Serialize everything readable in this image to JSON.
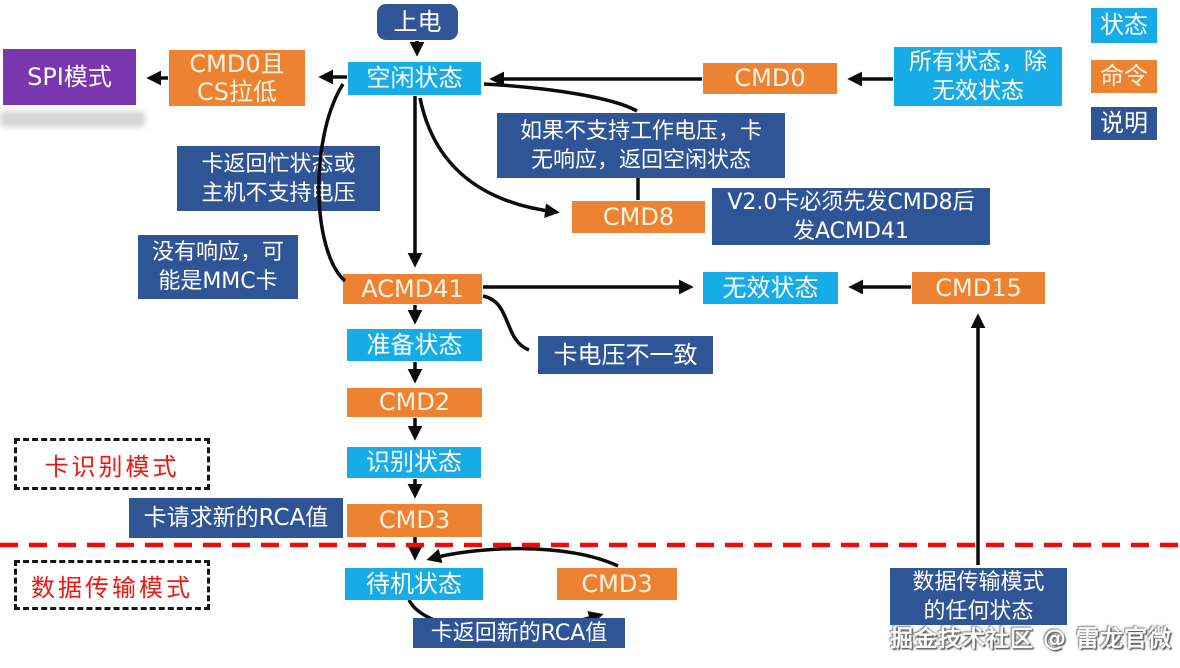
{
  "legend": {
    "state": "状态",
    "command": "命令",
    "note": "说明"
  },
  "nodes": {
    "power_on": "上电",
    "idle": "空闲状态",
    "spi": "SPI模式",
    "cmd0_cs": "CMD0且\nCS拉低",
    "cmd0": "CMD0",
    "all_states": "所有状态，除\n无效状态",
    "cmd8": "CMD8",
    "acmd41": "ACMD41",
    "invalid": "无效状态",
    "cmd15": "CMD15",
    "ready": "准备状态",
    "cmd2": "CMD2",
    "identify": "识别状态",
    "cmd3_ident": "CMD3",
    "standby": "待机状态",
    "cmd3_data": "CMD3"
  },
  "notes": {
    "voltage_unsupported": "如果不支持工作电压，卡\n无响应，返回空闲状态",
    "v2_card": "V2.0卡必须先发CMD8后\n发ACMD41",
    "card_busy": "卡返回忙状态或\n主机不支持电压",
    "no_response": "没有响应，可\n能是MMC卡",
    "voltage_mismatch": "卡电压不一致",
    "request_rca": "卡请求新的RCA值",
    "return_new_rca": "卡返回新的RCA值",
    "any_state": "数据传输模式\n的任何状态"
  },
  "modes": {
    "identification": "卡识别模式",
    "data_transfer": "数据传输模式"
  },
  "watermark": "掘金技术社区 @ 雷龙官微",
  "colors": {
    "state_blue": "#17ACE8",
    "command_orange": "#EE8233",
    "note_dark_blue": "#2F5597",
    "spi_purple": "#7A36AE",
    "mode_text_red": "#F2150F",
    "divider_red": "#EE0B08",
    "arrow_black": "#0C0C0C"
  }
}
